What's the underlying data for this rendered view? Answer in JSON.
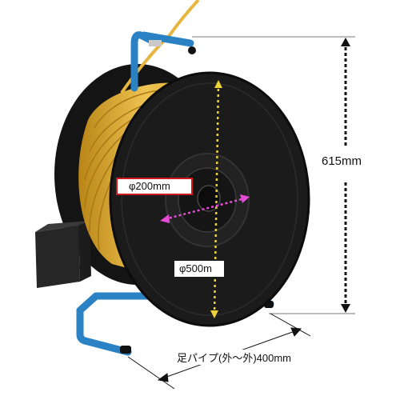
{
  "labels": {
    "height": "615mm",
    "inner_diameter": "φ200mm",
    "outer_diameter": "φ500m",
    "base_pipe": "足パイプ(外～外)400mm"
  },
  "colors": {
    "reel": "#1a1a1a",
    "strap": "#e3b13c",
    "frame": "#2a82c4",
    "marker_pink": "#e64bd8",
    "marker_yellow": "#ecd23a",
    "label_border": "#d0191f"
  }
}
